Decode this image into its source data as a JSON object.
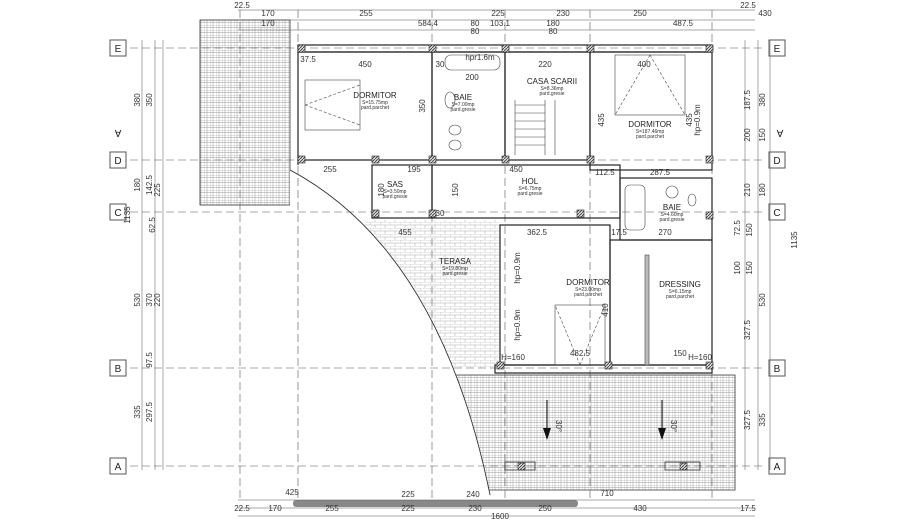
{
  "axes": {
    "rows": [
      "E",
      "D",
      "C",
      "B",
      "A"
    ],
    "section_mark": "A"
  },
  "rooms": [
    {
      "name": "DORMITOR",
      "area": "S=15.75mp",
      "floor": "pard.parchet"
    },
    {
      "name": "BAIE",
      "area": "S=7.00mp",
      "floor": "pard.gresie"
    },
    {
      "name": "CASA SCARII",
      "area": "S=8.36mp",
      "floor": "pard.gresie"
    },
    {
      "name": "DORMITOR",
      "area": "S=187.46mp",
      "floor": "pard.parchet"
    },
    {
      "name": "SAS",
      "area": "S=3.50mp",
      "floor": "pard.gresie"
    },
    {
      "name": "HOL",
      "area": "S=6.75mp",
      "floor": "pard.gresie"
    },
    {
      "name": "BAIE",
      "area": "S=4.60mp",
      "floor": "pard.gresie"
    },
    {
      "name": "TERASA",
      "area": "S=19.80mp",
      "floor": "pard.gresie"
    },
    {
      "name": "DORMITOR",
      "area": "S=23.00mp",
      "floor": "pard.parchet"
    },
    {
      "name": "DRESSING",
      "area": "S=6.15mp",
      "floor": "pard.parchet"
    }
  ],
  "roof_slopes": [
    "30°",
    "30°"
  ],
  "dimensions": {
    "top_row1": [
      "22.5",
      "170",
      "255",
      "225",
      "230",
      "250",
      "430",
      "22.5"
    ],
    "top_row2": [
      "170",
      "584.4",
      "80",
      "103.1",
      "180",
      "487.5"
    ],
    "top_row3": [
      "80",
      "80"
    ],
    "bottom_row1": [
      "425",
      "225",
      "240",
      "710"
    ],
    "bottom_row2": [
      "22.5",
      "170",
      "255",
      "225",
      "230",
      "250",
      "430",
      "17.5"
    ],
    "bottom_total": "1600",
    "left": [
      "380",
      "350",
      "180",
      "142.5",
      "225",
      "1135",
      "62.5",
      "530",
      "370",
      "220",
      "97.5",
      "335",
      "297.5"
    ],
    "right": [
      "187.5",
      "380",
      "200",
      "150",
      "210",
      "180",
      "1135",
      "72.5",
      "150",
      "100",
      "150",
      "530",
      "327.5",
      "327.5",
      "335"
    ],
    "interior": [
      "450",
      "37.5",
      "30",
      "200",
      "hpr1.6m",
      "220",
      "400",
      "435",
      "435",
      "hp=0.9m",
      "255",
      "195",
      "180",
      "150",
      "450",
      "112.5",
      "287.5",
      "455",
      "362.5",
      "17.5",
      "270",
      "482.5",
      "H=160",
      "410",
      "150",
      "H=160",
      "hp=0.9m",
      "hp=0.9m",
      "30",
      "350"
    ]
  },
  "colors": {
    "line": "#333333",
    "wall_hatch": "#555555",
    "tile": "#999999",
    "dim_bar": "#888888"
  }
}
